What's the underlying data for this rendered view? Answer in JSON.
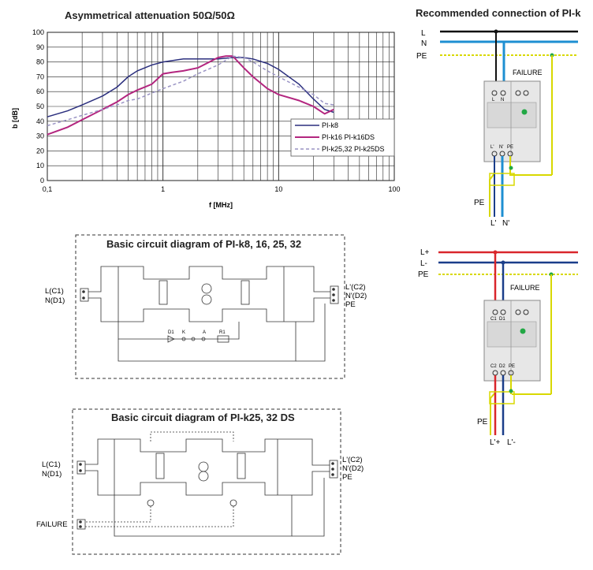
{
  "chart_data": {
    "type": "line",
    "title": "Asymmetrical attenuation 50Ω/50Ω",
    "xlabel": "f [MHz]",
    "ylabel": "b [dB]",
    "xscale": "log",
    "xlim": [
      0.1,
      100
    ],
    "ylim": [
      0,
      100
    ],
    "x_ticks": [
      "0,1",
      "1",
      "10",
      "100"
    ],
    "y_ticks": [
      "0",
      "10",
      "20",
      "30",
      "40",
      "50",
      "60",
      "70",
      "80",
      "90",
      "100"
    ],
    "grid": true,
    "legend_position": "bottom-right",
    "series": [
      {
        "name": "PI-k8",
        "color": "#2b2f7e",
        "dash": "solid",
        "x": [
          0.1,
          0.15,
          0.2,
          0.3,
          0.4,
          0.5,
          0.6,
          0.8,
          1,
          1.5,
          2,
          3,
          4,
          5,
          6,
          8,
          10,
          15,
          20,
          25,
          30
        ],
        "y": [
          43,
          47,
          51,
          57,
          63,
          70,
          74,
          78,
          80,
          82,
          82,
          82,
          83,
          83,
          82,
          79,
          75,
          65,
          55,
          48,
          46
        ]
      },
      {
        "name": "PI-k16 PI-k16DS",
        "color": "#b3267f",
        "dash": "solid",
        "x": [
          0.1,
          0.15,
          0.2,
          0.3,
          0.4,
          0.5,
          0.6,
          0.8,
          1,
          1.2,
          1.5,
          2,
          3,
          3.5,
          4,
          5,
          6,
          8,
          10,
          15,
          20,
          25,
          30
        ],
        "y": [
          31,
          36,
          41,
          48,
          53,
          58,
          61,
          65,
          72,
          73,
          74,
          76,
          83,
          84,
          84,
          76,
          70,
          62,
          58,
          54,
          50,
          45,
          48
        ]
      },
      {
        "name": "PI-k25,32 PI-k25DS",
        "color": "#9a94c4",
        "dash": "dashed",
        "x": [
          0.1,
          0.15,
          0.2,
          0.3,
          0.4,
          0.5,
          0.6,
          0.8,
          1,
          1.5,
          2,
          3,
          4,
          5,
          6,
          8,
          10,
          15,
          20,
          25,
          30
        ],
        "y": [
          37,
          41,
          44,
          48,
          51,
          54,
          55,
          59,
          62,
          67,
          72,
          78,
          84,
          83,
          80,
          74,
          70,
          63,
          58,
          52,
          51
        ]
      }
    ]
  },
  "connection": {
    "title": "Recommended connection of PI-k",
    "upper": {
      "lines": [
        "L",
        "N",
        "PE"
      ],
      "failure": "FAILURE",
      "terminals_top": [
        "L",
        "N"
      ],
      "terminals_bottom": [
        "L'",
        "N'",
        "PE"
      ],
      "out_labels": [
        "L'",
        "N'"
      ],
      "pe_label": "PE"
    },
    "lower": {
      "lines": [
        "L+",
        "L-",
        "PE"
      ],
      "failure": "FAILURE",
      "terminals_top": [
        "C1",
        "D1"
      ],
      "terminals_bottom": [
        "C2",
        "D2",
        "PE"
      ],
      "out_labels": [
        "L'+",
        "L'-"
      ],
      "pe_label": "PE"
    },
    "colors": {
      "L": "#d9262b",
      "N": "#1e8fd2",
      "PE": "#d8d800",
      "dark": "#1a3e8a",
      "green": "#22a845"
    }
  },
  "circuit1": {
    "title": "Basic circuit diagram of PI-k8, 16, 25, 32",
    "left_labels": [
      "L(C1)",
      "N(D1)"
    ],
    "right_labels": [
      "L'(C2)",
      "N'(D2)",
      "PE"
    ],
    "parts": [
      "D1",
      "K",
      "A",
      "R1"
    ]
  },
  "circuit2": {
    "title": "Basic circuit diagram of PI-k25, 32 DS",
    "left_labels": [
      "L(C1)",
      "N(D1)",
      "FAILURE"
    ],
    "right_labels": [
      "L'(C2)",
      "N'(D2)",
      "PE"
    ]
  }
}
